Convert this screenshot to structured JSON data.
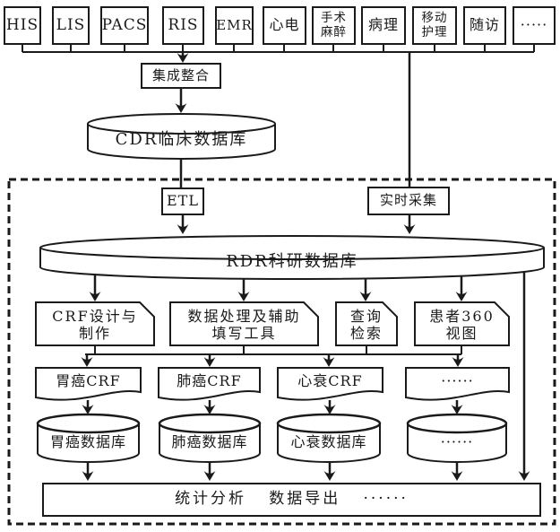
{
  "colors": {
    "ink": "#1a1a1a",
    "background": "#ffffff"
  },
  "diagram": {
    "source_systems": [
      {
        "label": "HIS"
      },
      {
        "label": "LIS"
      },
      {
        "label": "PACS"
      },
      {
        "label": "RIS"
      },
      {
        "label": "EMR"
      },
      {
        "label": "心电"
      },
      {
        "label": "手术",
        "label2": "麻醉"
      },
      {
        "label": "病理"
      },
      {
        "label": "移动",
        "label2": "护理"
      },
      {
        "label": "随访"
      },
      {
        "label": "·····"
      }
    ],
    "integration": {
      "label": "集成整合"
    },
    "cdr": {
      "label": "CDR临床数据库"
    },
    "etl": {
      "label": "ETL"
    },
    "realtime": {
      "label": "实时采集"
    },
    "rdr": {
      "label": "RDR科研数据库"
    },
    "tools": [
      {
        "line1": "CRF设计与",
        "line2": "制作"
      },
      {
        "line1": "数据处理及辅助",
        "line2": "填写工具"
      },
      {
        "line1": "查询",
        "line2": "检索"
      },
      {
        "line1": "患者360",
        "line2": "视图"
      }
    ],
    "crf_forms": [
      {
        "label": "胃癌CRF"
      },
      {
        "label": "肺癌CRF"
      },
      {
        "label": "心衰CRF"
      },
      {
        "label": "······"
      }
    ],
    "databases": [
      {
        "label": "胃癌数据库"
      },
      {
        "label": "肺癌数据库"
      },
      {
        "label": "心衰数据库"
      },
      {
        "label": "······"
      }
    ],
    "output": {
      "label": "统计分析   数据导出   ······"
    }
  }
}
